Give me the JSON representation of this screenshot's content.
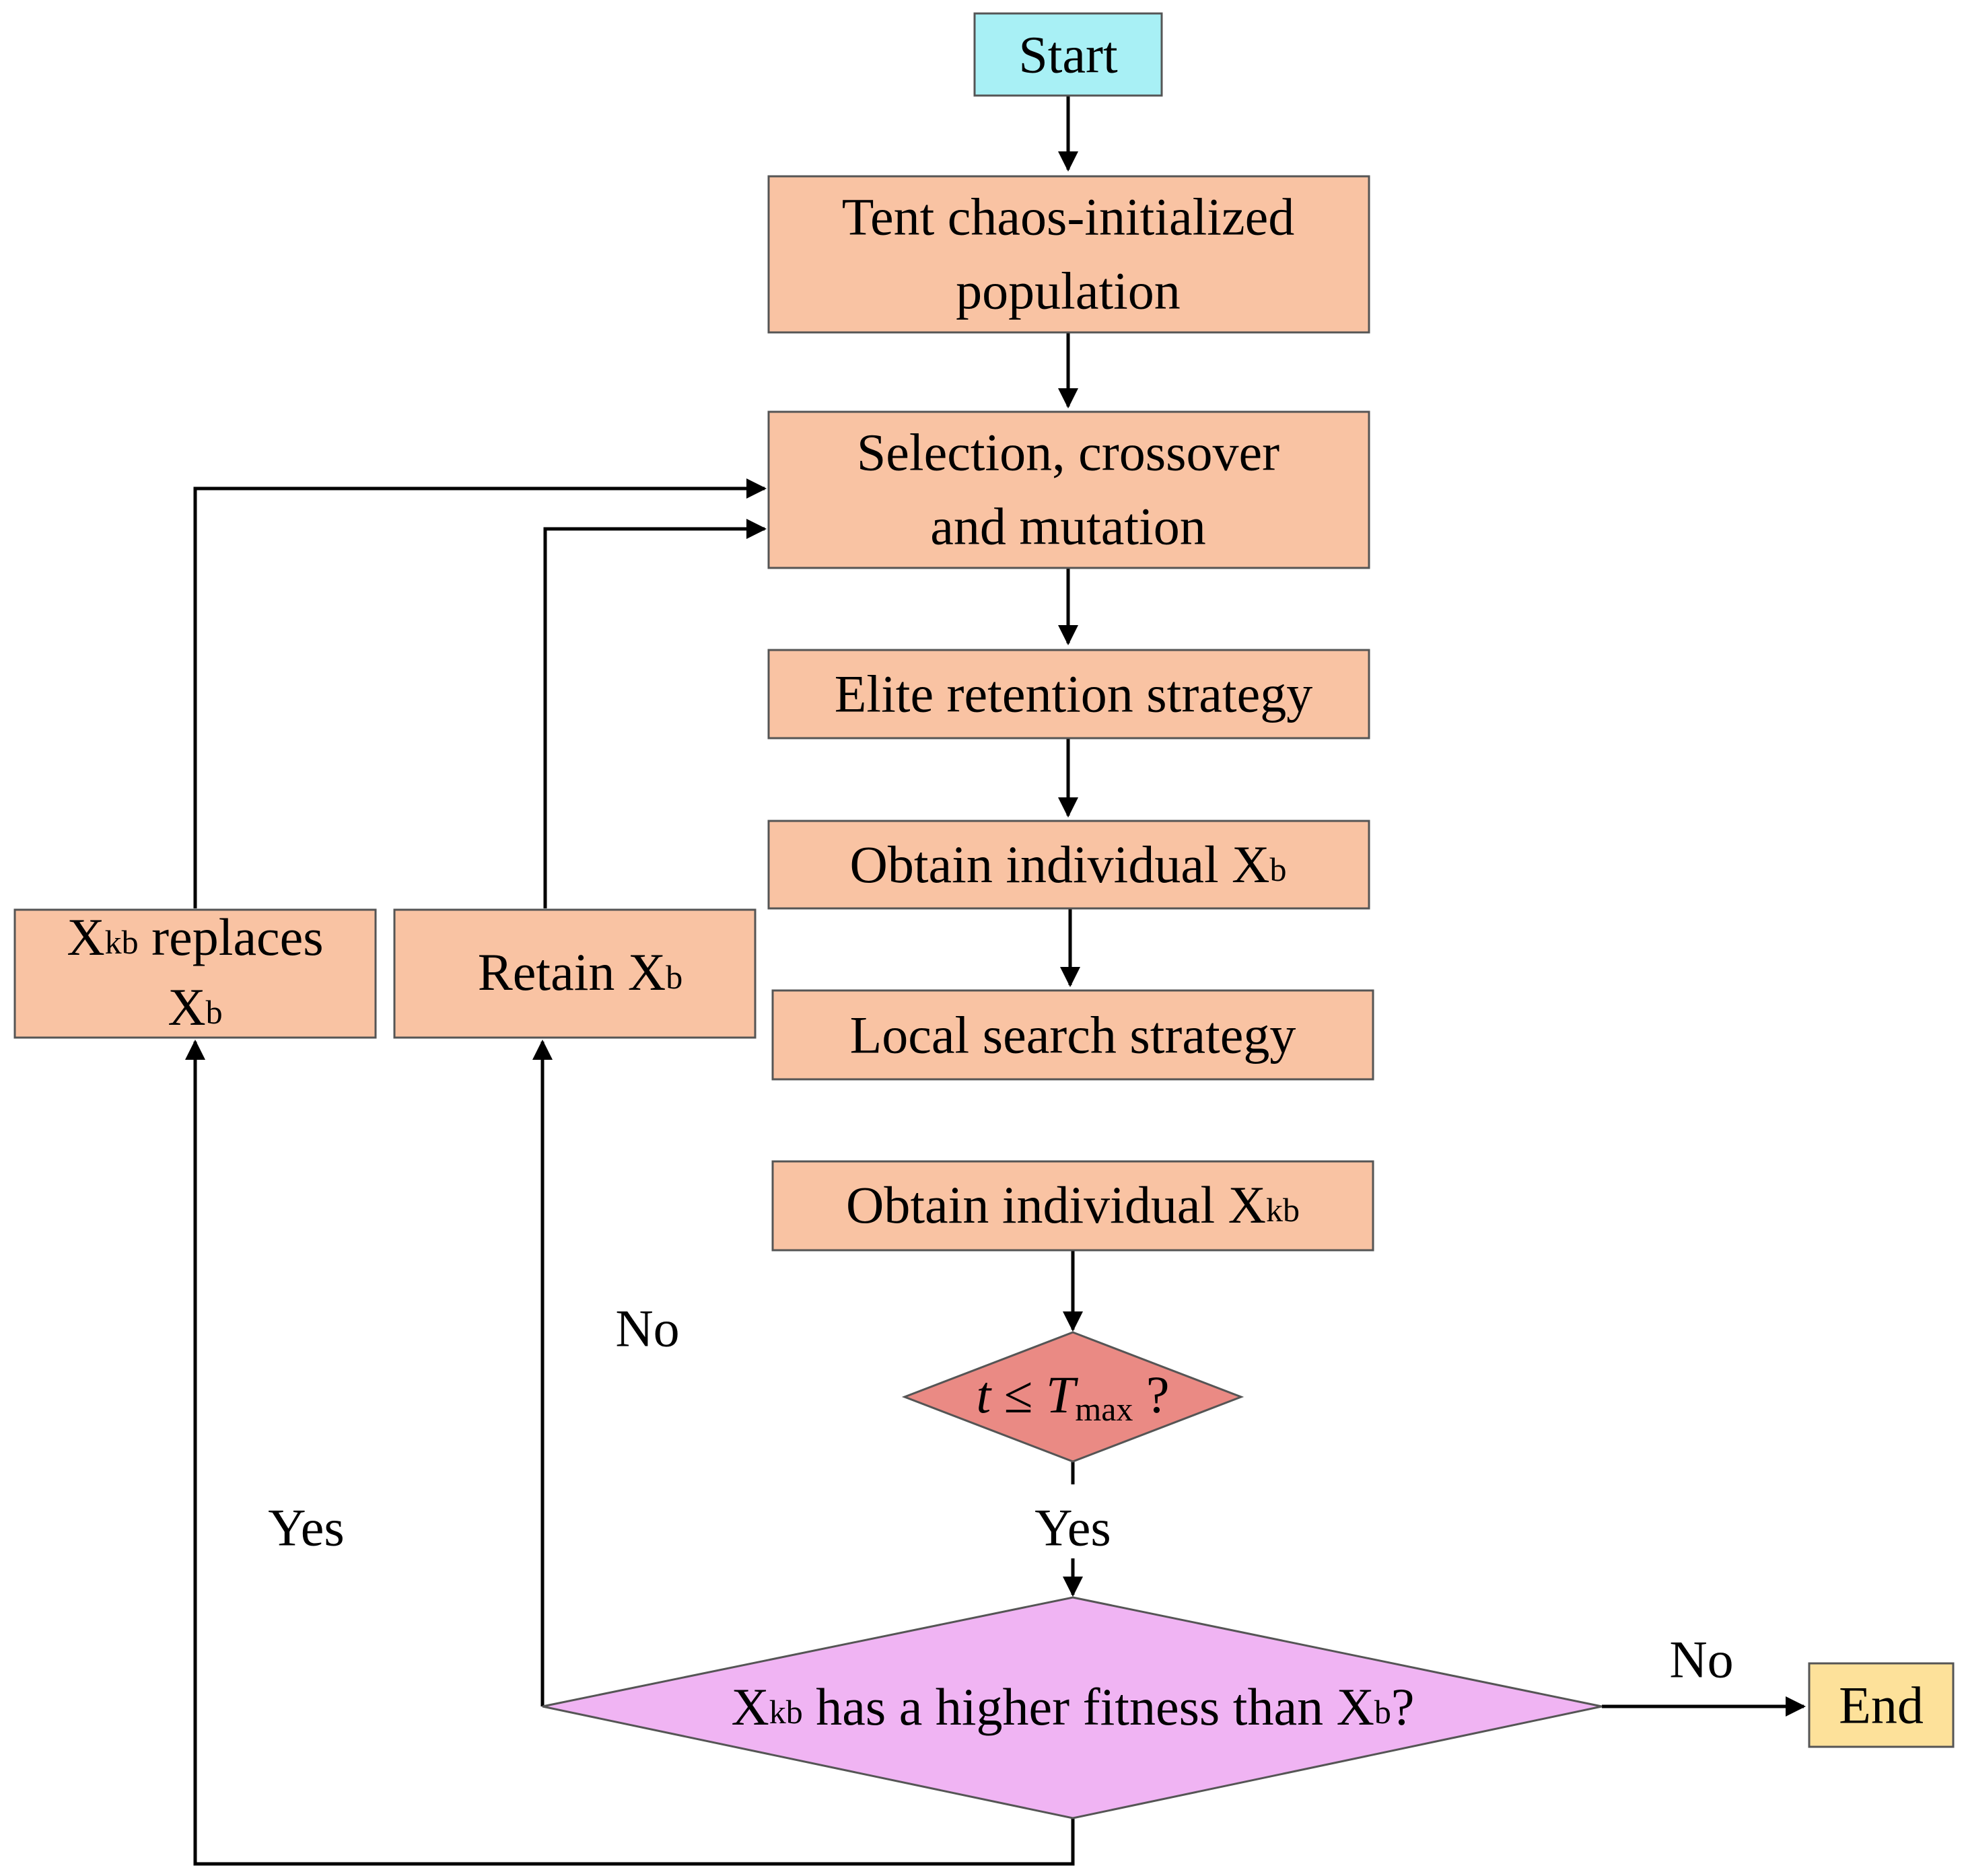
{
  "colors": {
    "start_fill": "#a8f0f5",
    "process_fill": "#f9c3a3",
    "decision1_fill": "#ea8a84",
    "decision2_fill": "#f0b4f3",
    "end_fill": "#fde19a",
    "line": "#000000"
  },
  "nodes": {
    "start": {
      "label": "Start"
    },
    "tent": {
      "line1": "Tent chaos-initialized",
      "line2": "population"
    },
    "selection": {
      "line1": "Selection, crossover",
      "line2": "and mutation"
    },
    "elite": {
      "label": "Elite retention strategy"
    },
    "obtain_xb": {
      "text": "Obtain individual X",
      "sub": "b"
    },
    "local": {
      "label": "Local search strategy"
    },
    "obtain_xkb": {
      "text": "Obtain individual X",
      "sub": "kb"
    },
    "decision_t": {
      "t": "t",
      "le": " ≤ ",
      "T": "T",
      "sub": "max",
      "q": " ?"
    },
    "decision_fitness": {
      "x1": "X",
      "sub1": "kb",
      "mid": " has a higher fitness than X",
      "sub2": "b",
      "q": "?"
    },
    "end": {
      "label": "End"
    },
    "replace": {
      "line1_x": "X",
      "line1_sub": "kb",
      "line1_rest": " replaces",
      "line2_x": "X",
      "line2_sub": "b"
    },
    "retain": {
      "text": "Retain X",
      "sub": "b"
    }
  },
  "edge_labels": {
    "no_left": "No",
    "yes_left": "Yes",
    "yes_middle": "Yes",
    "no_right": "No"
  }
}
